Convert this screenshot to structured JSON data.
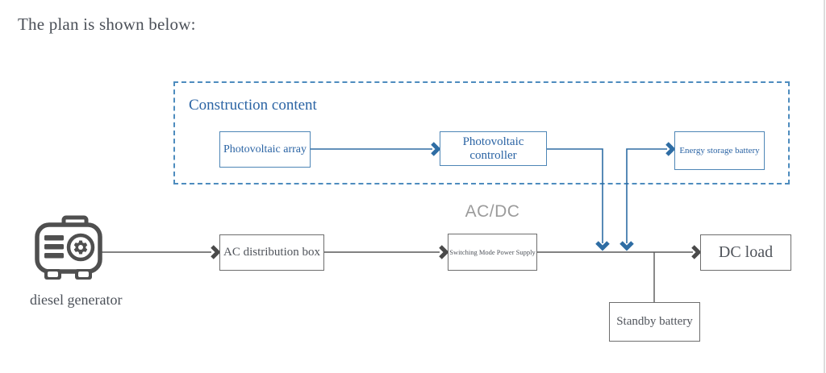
{
  "title": "The plan is shown below:",
  "construction": {
    "label": "Construction content",
    "nodes": {
      "pv_array": {
        "label": "Photovoltaic array"
      },
      "pv_controller": {
        "label": "Photovoltaic controller"
      },
      "energy_battery": {
        "label": "Energy storage battery"
      }
    }
  },
  "main": {
    "acdc_label": "AC/DC",
    "diesel_label": "diesel generator",
    "nodes": {
      "ac_distribution": {
        "label": "AC distribution box"
      },
      "smps": {
        "label": "Switching Mode Power Supply"
      },
      "dc_load": {
        "label": "DC load"
      },
      "standby_battery": {
        "label": "Standby battery"
      }
    }
  },
  "icons": {
    "diesel_generator": "diesel-generator-icon"
  },
  "colors": {
    "blue_border": "#4E86B6",
    "blue_text": "#2B64A4",
    "blue_line": "#2E6DA4",
    "dashed_border": "#4E8CBE",
    "gray_border": "#6E6E6E",
    "gray_line": "#595959",
    "gray_arrow": "#4A4A4A",
    "dark_text": "#4B5058",
    "acdc_text": "#9B9B9B",
    "icon_gray": "#4F4F4F"
  }
}
